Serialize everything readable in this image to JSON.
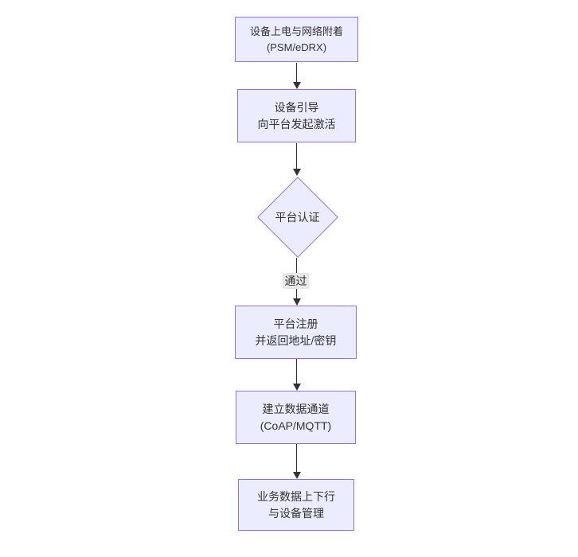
{
  "diagram": {
    "colors": {
      "background": "#FFFFFF",
      "node_fill": "#ECECFF",
      "node_border": "#9370DB",
      "text": "#333333",
      "edge": "#333333",
      "edge_label_bg": "#E8E8E8"
    },
    "nodes": {
      "power_attach": {
        "lines": [
          "设备上电与网络附着",
          "(PSM/eDRX)"
        ]
      },
      "bootstrap": {
        "lines": [
          "设备引导",
          "向平台发起激活"
        ]
      },
      "auth": {
        "label": "平台认证"
      },
      "register": {
        "lines": [
          "平台注册",
          "并返回地址/密钥"
        ]
      },
      "channel": {
        "lines": [
          "建立数据通道",
          "(CoAP/MQTT)"
        ]
      },
      "business": {
        "lines": [
          "业务数据上下行",
          "与设备管理"
        ]
      }
    },
    "edge_labels": {
      "auth_pass": "通过"
    }
  }
}
